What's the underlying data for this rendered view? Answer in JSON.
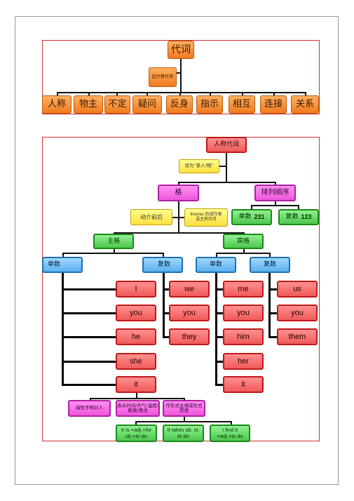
{
  "top": {
    "root": "代词",
    "function": "起代替作用",
    "categories": [
      "人称",
      "物主",
      "不定",
      "疑问",
      "反身",
      "指示",
      "相互",
      "连接",
      "关系"
    ]
  },
  "personal": {
    "root": "人称代词",
    "meaning": "译为“某人/物”",
    "case": "格",
    "order": "排列顺序",
    "order_singular_label": "单数",
    "order_singular_value": "231",
    "order_plural_label": "复数",
    "order_plural_value": "123",
    "case_note_left": "动介前后",
    "case_note_right_1": "than/as 后成作表",
    "case_note_right_2": "语主宾均可",
    "nominative": "主格",
    "objective": "宾格",
    "singular": "单数",
    "plural": "复数",
    "subj_singular": [
      "I",
      "you",
      "he",
      "she",
      "it"
    ],
    "subj_plural": [
      "we",
      "you",
      "they"
    ],
    "obj_singular": [
      "me",
      "you",
      "him",
      "her",
      "it"
    ],
    "obj_plural": [
      "us",
      "you",
      "them"
    ],
    "it_uses": [
      "指性不明对人",
      "表示时间/天气/温度/距离/情况",
      "作形式主语或形式宾语"
    ],
    "it_patterns": [
      [
        "It is +adj.+for",
        "sb.+to do"
      ],
      [
        "It takes sb. st.",
        "to do"
      ],
      [
        "I find it",
        "+adj.+to do"
      ]
    ]
  },
  "colors": {
    "frame": "#d03030",
    "orange": "#f07a1e",
    "yellow": "#ffe040",
    "red": "#f05a5a",
    "pink": "#ee55dd",
    "green": "#4cc84c",
    "blue": "#5ab0f0"
  }
}
